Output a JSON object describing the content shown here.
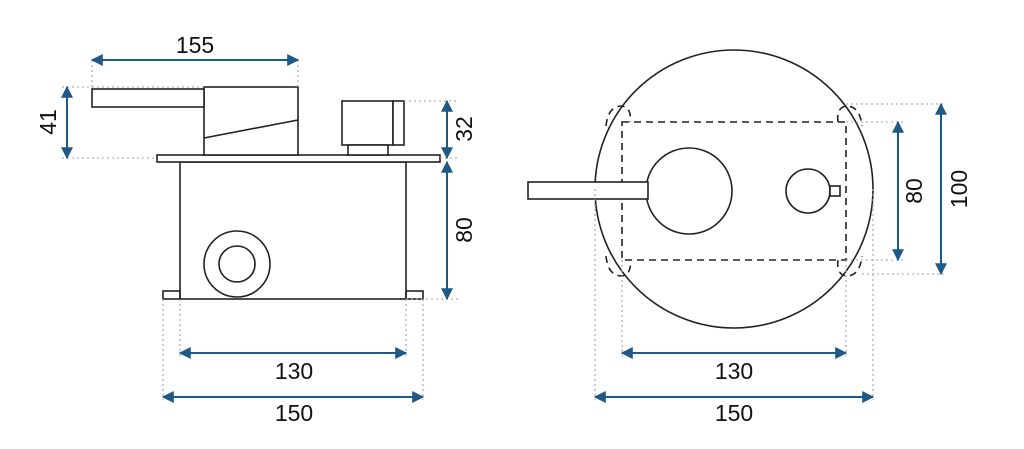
{
  "dimensions": {
    "side_view": {
      "lever_length": "155",
      "cap_height": "41",
      "knob_height": "32",
      "body_height": "80",
      "body_width": "130",
      "base_width": "150"
    },
    "front_view": {
      "plate_height_inner": "80",
      "plate_height_outer": "100",
      "plate_width_inner": "130",
      "plate_width_outer": "150"
    }
  },
  "colors": {
    "outline": "#222222",
    "dimension_line": "#1f5a86",
    "extension_line": "#9aa3ad"
  }
}
